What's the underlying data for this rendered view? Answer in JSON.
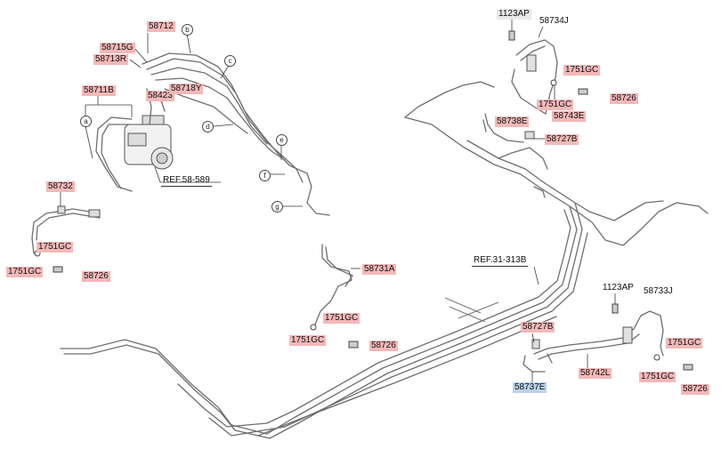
{
  "diagram": {
    "labels": {
      "l58712": "58712",
      "l58715G": "58715G",
      "l58713R": "58713R",
      "l58711B": "58711B",
      "l58423": "58423",
      "l58718Y": "58718Y",
      "ref58589": "REF.58-589",
      "l58732": "58732",
      "l1751GC_a1": "1751GC",
      "l1751GC_a2": "1751GC",
      "l58726_a": "58726",
      "l58731A": "58731A",
      "l1751GC_b1": "1751GC",
      "l1751GC_b2": "1751GC",
      "l58726_b": "58726",
      "l1123AP_top": "1123AP",
      "l58734J": "58734J",
      "l1751GC_c1": "1751GC",
      "l1751GC_c2": "1751GC",
      "l58726_c": "58726",
      "l58738E": "58738E",
      "l58743E": "58743E",
      "l58727B_top": "58727B",
      "ref31313B": "REF.31-313B",
      "l1123AP_bot": "1123AP",
      "l58733J": "58733J",
      "l58727B_bot": "58727B",
      "l58742L": "58742L",
      "l58737E": "58737E",
      "l1751GC_d1": "1751GC",
      "l1751GC_d2": "1751GC",
      "l58726_d": "58726"
    },
    "callouts": {
      "a": "a",
      "b": "b",
      "c": "c",
      "d": "d",
      "e": "e",
      "f": "f",
      "g": "g"
    }
  }
}
